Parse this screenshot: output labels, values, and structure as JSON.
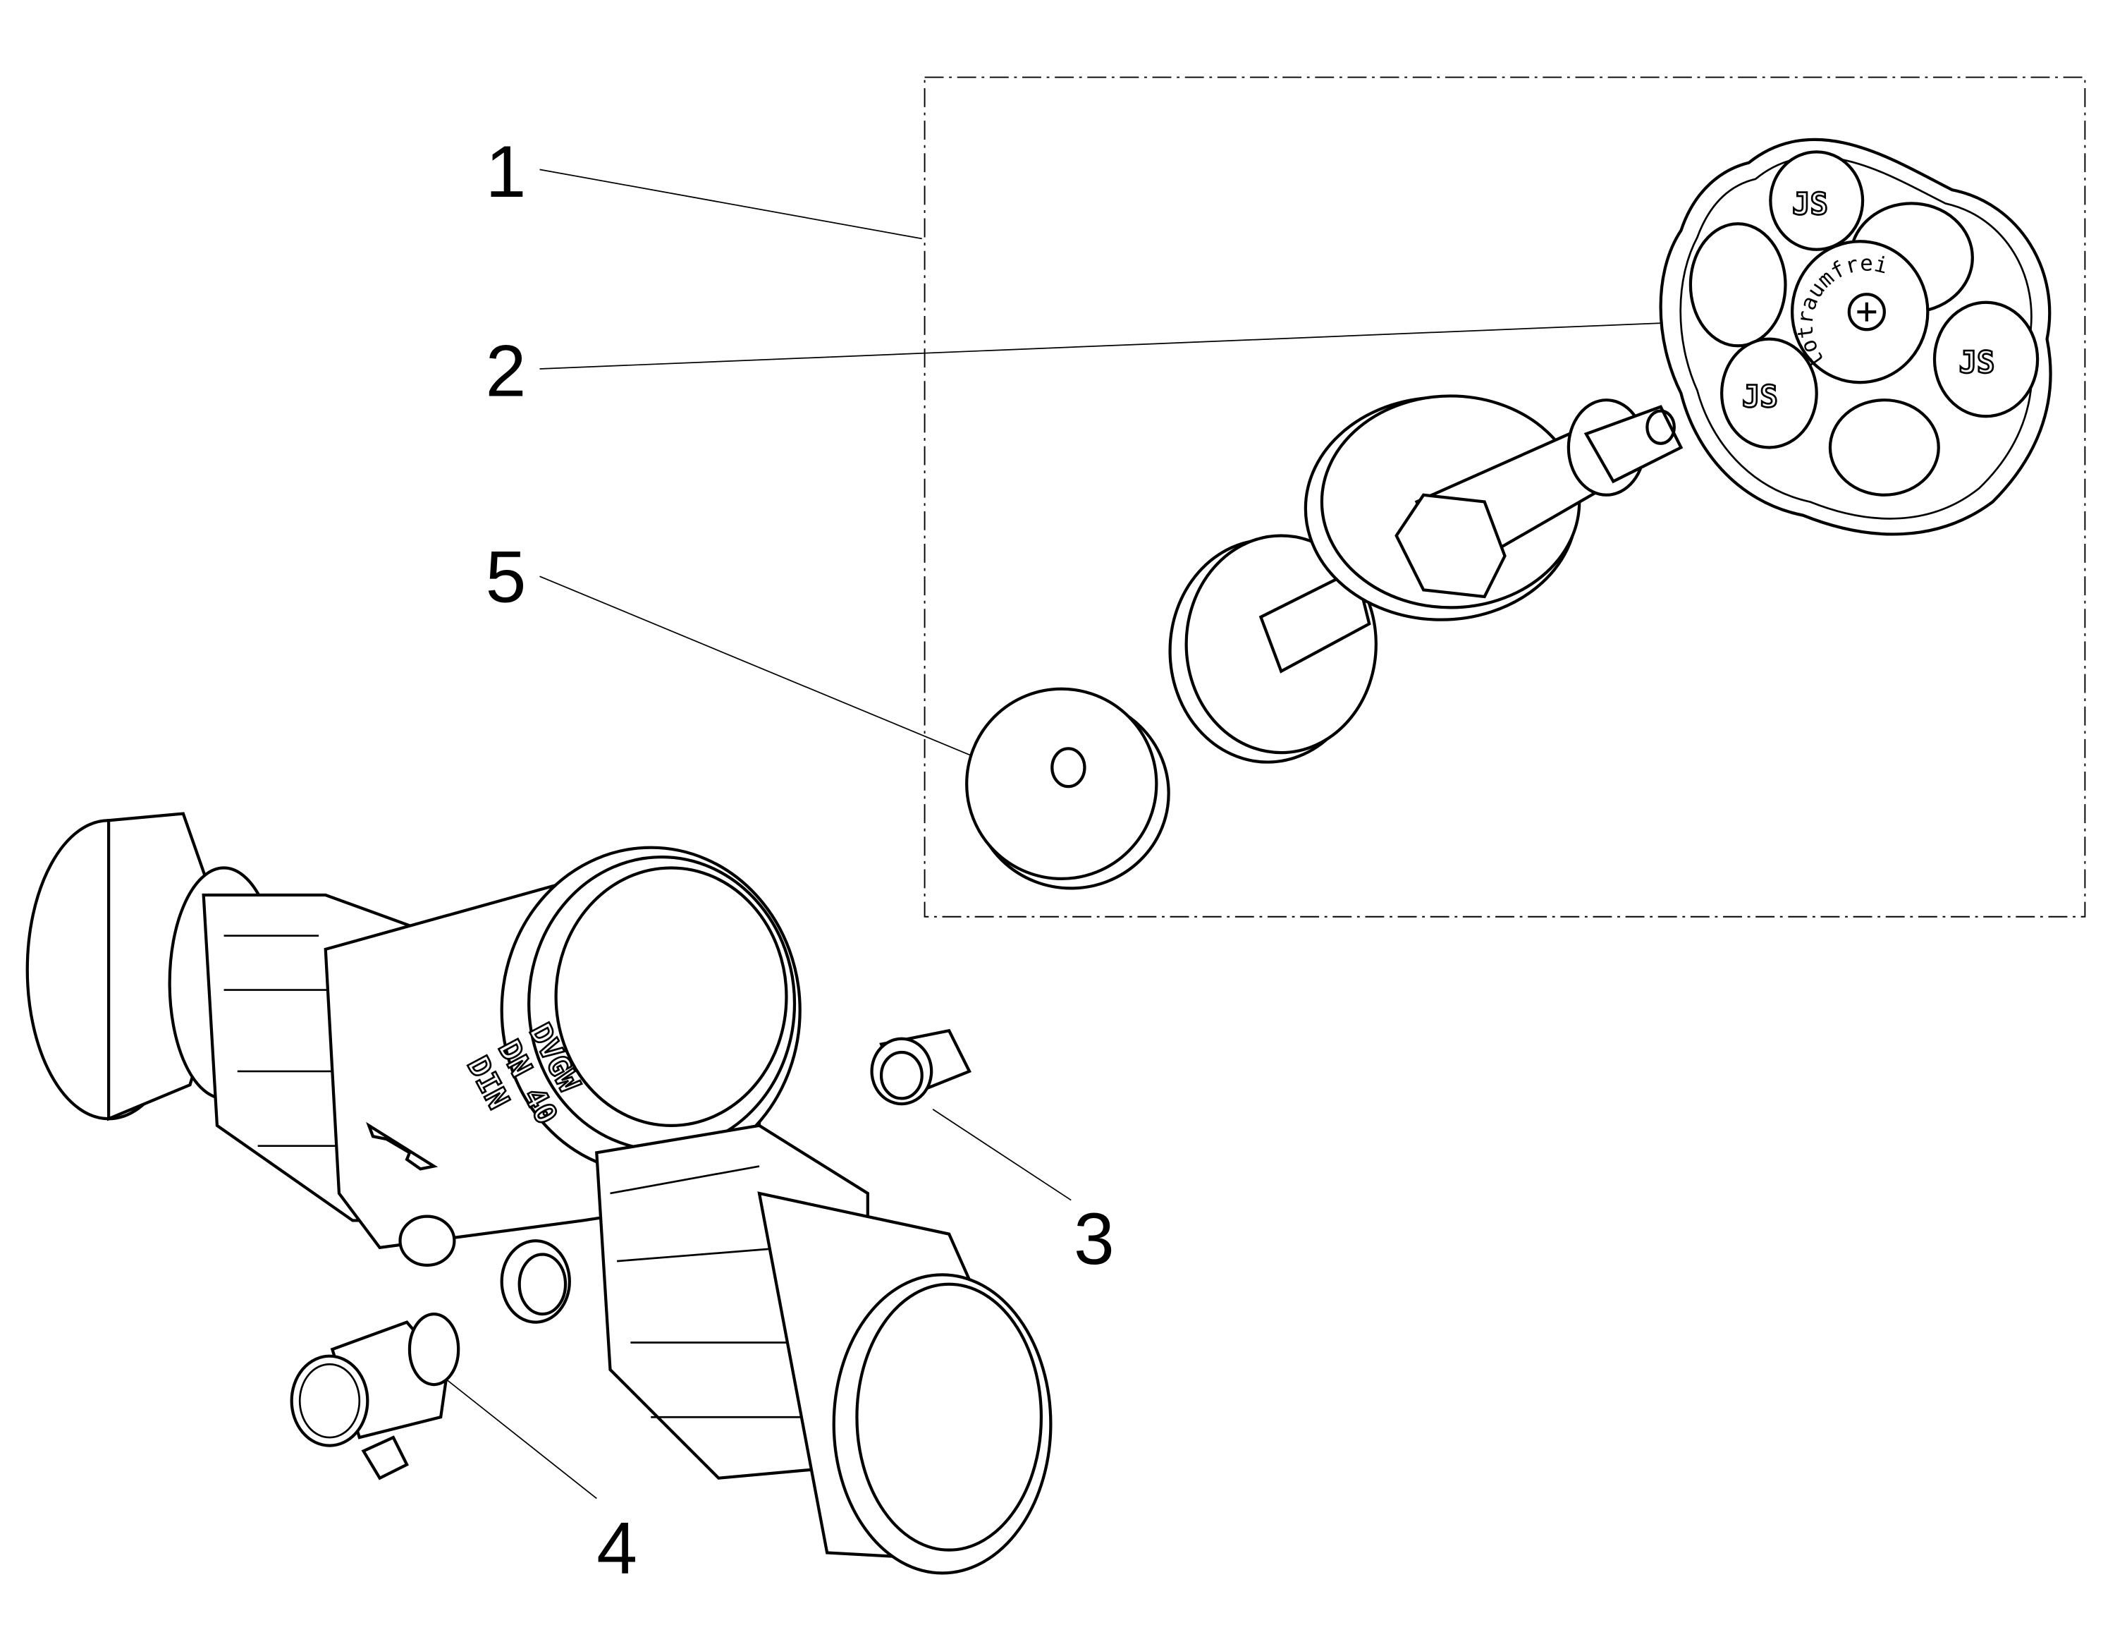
{
  "diagram": {
    "callouts": [
      {
        "id": "1",
        "label": "1"
      },
      {
        "id": "2",
        "label": "2"
      },
      {
        "id": "3",
        "label": "3"
      },
      {
        "id": "4",
        "label": "4"
      },
      {
        "id": "5",
        "label": "5"
      }
    ],
    "handwheel_text": "totraumfrei",
    "body_markings": {
      "line1": "DVGW",
      "line2": "DN 40",
      "line3": "DIN"
    },
    "colors": {
      "line": "#000000",
      "background": "#ffffff"
    }
  }
}
